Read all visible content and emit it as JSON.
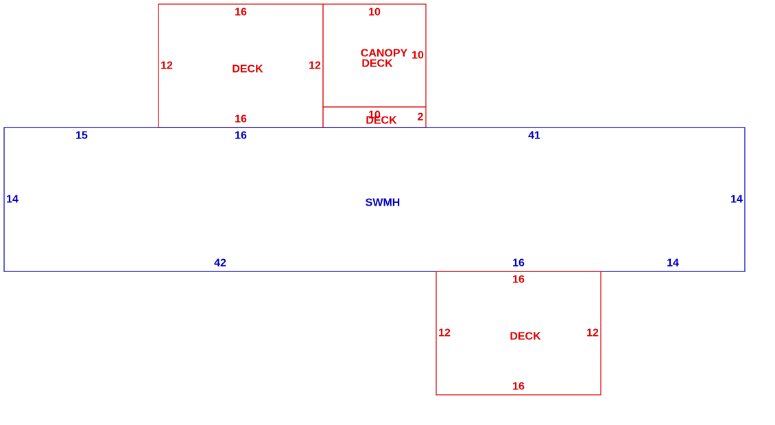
{
  "colors": {
    "deck": "#e00000",
    "home": "#0000c0",
    "background": "#ffffff"
  },
  "home": {
    "label": "SWMH",
    "top_left": "15",
    "top_middle": "16",
    "top_right": "41",
    "left": "14",
    "right": "14",
    "bottom_left": "42",
    "bottom_middle": "16",
    "bottom_right": "14"
  },
  "deck_left": {
    "label": "DECK",
    "top": "16",
    "bottom": "16",
    "left": "12",
    "right": "12"
  },
  "canopy_deck": {
    "label_line1": "CANOPY",
    "label_line2": "DECK",
    "top": "10",
    "right": "10"
  },
  "small_deck": {
    "label": "DECK",
    "top": "10",
    "right": "2"
  },
  "deck_bottom": {
    "label": "DECK",
    "top": "16",
    "bottom": "16",
    "left": "12",
    "right": "12"
  }
}
